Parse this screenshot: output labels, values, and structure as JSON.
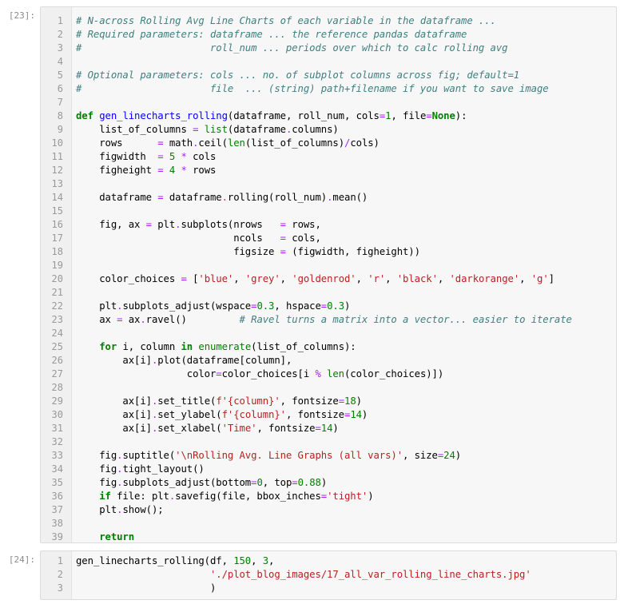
{
  "cells": [
    {
      "prompt": "[23]:",
      "lines": [
        [
          {
            "t": "cm",
            "s": "# N-across Rolling Avg Line Charts of each variable in the dataframe ..."
          }
        ],
        [
          {
            "t": "cm",
            "s": "# Required parameters: dataframe ... the reference pandas dataframe"
          }
        ],
        [
          {
            "t": "cm",
            "s": "#                      roll_num ... periods over which to calc rolling avg"
          }
        ],
        [],
        [
          {
            "t": "cm",
            "s": "# Optional parameters: cols ... no. of subplot columns across fig; default=1"
          }
        ],
        [
          {
            "t": "cm",
            "s": "#                      file  ... (string) path+filename if you want to save image"
          }
        ],
        [],
        [
          {
            "t": "kw",
            "s": "def"
          },
          {
            "t": "",
            "s": " "
          },
          {
            "t": "nf",
            "s": "gen_linecharts_rolling"
          },
          {
            "t": "",
            "s": "(dataframe, roll_num, cols"
          },
          {
            "t": "op",
            "s": "="
          },
          {
            "t": "num",
            "s": "1"
          },
          {
            "t": "",
            "s": ", file"
          },
          {
            "t": "op",
            "s": "="
          },
          {
            "t": "kc",
            "s": "None"
          },
          {
            "t": "",
            "s": "):"
          }
        ],
        [
          {
            "t": "",
            "s": "    list_of_columns "
          },
          {
            "t": "op",
            "s": "="
          },
          {
            "t": "",
            "s": " "
          },
          {
            "t": "bi",
            "s": "list"
          },
          {
            "t": "",
            "s": "(dataframe"
          },
          {
            "t": "op",
            "s": "."
          },
          {
            "t": "",
            "s": "columns)"
          }
        ],
        [
          {
            "t": "",
            "s": "    rows      "
          },
          {
            "t": "op",
            "s": "="
          },
          {
            "t": "",
            "s": " math"
          },
          {
            "t": "op",
            "s": "."
          },
          {
            "t": "",
            "s": "ceil("
          },
          {
            "t": "bi",
            "s": "len"
          },
          {
            "t": "",
            "s": "(list_of_columns)"
          },
          {
            "t": "op",
            "s": "/"
          },
          {
            "t": "",
            "s": "cols)"
          }
        ],
        [
          {
            "t": "",
            "s": "    figwidth  "
          },
          {
            "t": "op",
            "s": "="
          },
          {
            "t": "",
            "s": " "
          },
          {
            "t": "num",
            "s": "5"
          },
          {
            "t": "",
            "s": " "
          },
          {
            "t": "op",
            "s": "*"
          },
          {
            "t": "",
            "s": " cols"
          }
        ],
        [
          {
            "t": "",
            "s": "    figheight "
          },
          {
            "t": "op",
            "s": "="
          },
          {
            "t": "",
            "s": " "
          },
          {
            "t": "num",
            "s": "4"
          },
          {
            "t": "",
            "s": " "
          },
          {
            "t": "op",
            "s": "*"
          },
          {
            "t": "",
            "s": " rows"
          }
        ],
        [],
        [
          {
            "t": "",
            "s": "    dataframe "
          },
          {
            "t": "op",
            "s": "="
          },
          {
            "t": "",
            "s": " dataframe"
          },
          {
            "t": "op",
            "s": "."
          },
          {
            "t": "",
            "s": "rolling(roll_num)"
          },
          {
            "t": "op",
            "s": "."
          },
          {
            "t": "",
            "s": "mean()"
          }
        ],
        [],
        [
          {
            "t": "",
            "s": "    fig, ax "
          },
          {
            "t": "op",
            "s": "="
          },
          {
            "t": "",
            "s": " plt"
          },
          {
            "t": "op",
            "s": "."
          },
          {
            "t": "",
            "s": "subplots(nrows   "
          },
          {
            "t": "op",
            "s": "="
          },
          {
            "t": "",
            "s": " rows,"
          }
        ],
        [
          {
            "t": "",
            "s": "                           ncols   "
          },
          {
            "t": "op",
            "s": "="
          },
          {
            "t": "",
            "s": " cols,"
          }
        ],
        [
          {
            "t": "",
            "s": "                           figsize "
          },
          {
            "t": "op",
            "s": "="
          },
          {
            "t": "",
            "s": " (figwidth, figheight))"
          }
        ],
        [],
        [
          {
            "t": "",
            "s": "    color_choices "
          },
          {
            "t": "op",
            "s": "="
          },
          {
            "t": "",
            "s": " ["
          },
          {
            "t": "str",
            "s": "'blue'"
          },
          {
            "t": "",
            "s": ", "
          },
          {
            "t": "str",
            "s": "'grey'"
          },
          {
            "t": "",
            "s": ", "
          },
          {
            "t": "str",
            "s": "'goldenrod'"
          },
          {
            "t": "",
            "s": ", "
          },
          {
            "t": "str",
            "s": "'r'"
          },
          {
            "t": "",
            "s": ", "
          },
          {
            "t": "str",
            "s": "'black'"
          },
          {
            "t": "",
            "s": ", "
          },
          {
            "t": "str",
            "s": "'darkorange'"
          },
          {
            "t": "",
            "s": ", "
          },
          {
            "t": "str",
            "s": "'g'"
          },
          {
            "t": "",
            "s": "]"
          }
        ],
        [],
        [
          {
            "t": "",
            "s": "    plt"
          },
          {
            "t": "op",
            "s": "."
          },
          {
            "t": "",
            "s": "subplots_adjust(wspace"
          },
          {
            "t": "op",
            "s": "="
          },
          {
            "t": "num",
            "s": "0.3"
          },
          {
            "t": "",
            "s": ", hspace"
          },
          {
            "t": "op",
            "s": "="
          },
          {
            "t": "num",
            "s": "0.3"
          },
          {
            "t": "",
            "s": ")"
          }
        ],
        [
          {
            "t": "",
            "s": "    ax "
          },
          {
            "t": "op",
            "s": "="
          },
          {
            "t": "",
            "s": " ax"
          },
          {
            "t": "op",
            "s": "."
          },
          {
            "t": "",
            "s": "ravel()         "
          },
          {
            "t": "cm",
            "s": "# Ravel turns a matrix into a vector... easier to iterate"
          }
        ],
        [],
        [
          {
            "t": "",
            "s": "    "
          },
          {
            "t": "kw",
            "s": "for"
          },
          {
            "t": "",
            "s": " i, column "
          },
          {
            "t": "kw",
            "s": "in"
          },
          {
            "t": "",
            "s": " "
          },
          {
            "t": "bi",
            "s": "enumerate"
          },
          {
            "t": "",
            "s": "(list_of_columns):"
          }
        ],
        [
          {
            "t": "",
            "s": "        ax[i]"
          },
          {
            "t": "op",
            "s": "."
          },
          {
            "t": "",
            "s": "plot(dataframe[column],"
          }
        ],
        [
          {
            "t": "",
            "s": "                   color"
          },
          {
            "t": "op",
            "s": "="
          },
          {
            "t": "",
            "s": "color_choices[i "
          },
          {
            "t": "op",
            "s": "%"
          },
          {
            "t": "",
            "s": " "
          },
          {
            "t": "bi",
            "s": "len"
          },
          {
            "t": "",
            "s": "(color_choices)])"
          }
        ],
        [],
        [
          {
            "t": "",
            "s": "        ax[i]"
          },
          {
            "t": "op",
            "s": "."
          },
          {
            "t": "",
            "s": "set_title("
          },
          {
            "t": "str",
            "s": "f'{column}'"
          },
          {
            "t": "",
            "s": ", fontsize"
          },
          {
            "t": "op",
            "s": "="
          },
          {
            "t": "num",
            "s": "18"
          },
          {
            "t": "",
            "s": ")"
          }
        ],
        [
          {
            "t": "",
            "s": "        ax[i]"
          },
          {
            "t": "op",
            "s": "."
          },
          {
            "t": "",
            "s": "set_ylabel("
          },
          {
            "t": "str",
            "s": "f'{column}'"
          },
          {
            "t": "",
            "s": ", fontsize"
          },
          {
            "t": "op",
            "s": "="
          },
          {
            "t": "num",
            "s": "14"
          },
          {
            "t": "",
            "s": ")"
          }
        ],
        [
          {
            "t": "",
            "s": "        ax[i]"
          },
          {
            "t": "op",
            "s": "."
          },
          {
            "t": "",
            "s": "set_xlabel("
          },
          {
            "t": "str",
            "s": "'Time'"
          },
          {
            "t": "",
            "s": ", fontsize"
          },
          {
            "t": "op",
            "s": "="
          },
          {
            "t": "num",
            "s": "14"
          },
          {
            "t": "",
            "s": ")"
          }
        ],
        [],
        [
          {
            "t": "",
            "s": "    fig"
          },
          {
            "t": "op",
            "s": "."
          },
          {
            "t": "",
            "s": "suptitle("
          },
          {
            "t": "str",
            "s": "'\\nRolling Avg. Line Graphs (all vars)'"
          },
          {
            "t": "",
            "s": ", size"
          },
          {
            "t": "op",
            "s": "="
          },
          {
            "t": "num",
            "s": "24"
          },
          {
            "t": "",
            "s": ")"
          }
        ],
        [
          {
            "t": "",
            "s": "    fig"
          },
          {
            "t": "op",
            "s": "."
          },
          {
            "t": "",
            "s": "tight_layout()"
          }
        ],
        [
          {
            "t": "",
            "s": "    fig"
          },
          {
            "t": "op",
            "s": "."
          },
          {
            "t": "",
            "s": "subplots_adjust(bottom"
          },
          {
            "t": "op",
            "s": "="
          },
          {
            "t": "num",
            "s": "0"
          },
          {
            "t": "",
            "s": ", top"
          },
          {
            "t": "op",
            "s": "="
          },
          {
            "t": "num",
            "s": "0.88"
          },
          {
            "t": "",
            "s": ")"
          }
        ],
        [
          {
            "t": "",
            "s": "    "
          },
          {
            "t": "kw",
            "s": "if"
          },
          {
            "t": "",
            "s": " file: plt"
          },
          {
            "t": "op",
            "s": "."
          },
          {
            "t": "",
            "s": "savefig(file, bbox_inches"
          },
          {
            "t": "op",
            "s": "="
          },
          {
            "t": "str",
            "s": "'tight'"
          },
          {
            "t": "",
            "s": ")"
          }
        ],
        [
          {
            "t": "",
            "s": "    plt"
          },
          {
            "t": "op",
            "s": "."
          },
          {
            "t": "",
            "s": "show();"
          }
        ],
        [],
        [
          {
            "t": "",
            "s": "    "
          },
          {
            "t": "kw",
            "s": "return"
          }
        ]
      ]
    },
    {
      "prompt": "[24]:",
      "lines": [
        [
          {
            "t": "",
            "s": "gen_linecharts_rolling(df, "
          },
          {
            "t": "num",
            "s": "150"
          },
          {
            "t": "",
            "s": ", "
          },
          {
            "t": "num",
            "s": "3"
          },
          {
            "t": "",
            "s": ","
          }
        ],
        [
          {
            "t": "",
            "s": "                       "
          },
          {
            "t": "str",
            "s": "'./plot_blog_images/17_all_var_rolling_line_charts.jpg'"
          }
        ],
        [
          {
            "t": "",
            "s": "                       )"
          }
        ]
      ]
    }
  ],
  "colors": {
    "comment": "#408080",
    "keyword": "#008000",
    "function": "#0000ff",
    "operator": "#aa22ff",
    "number": "#008000",
    "string": "#ba2121",
    "cell_background": "#f7f7f7"
  }
}
